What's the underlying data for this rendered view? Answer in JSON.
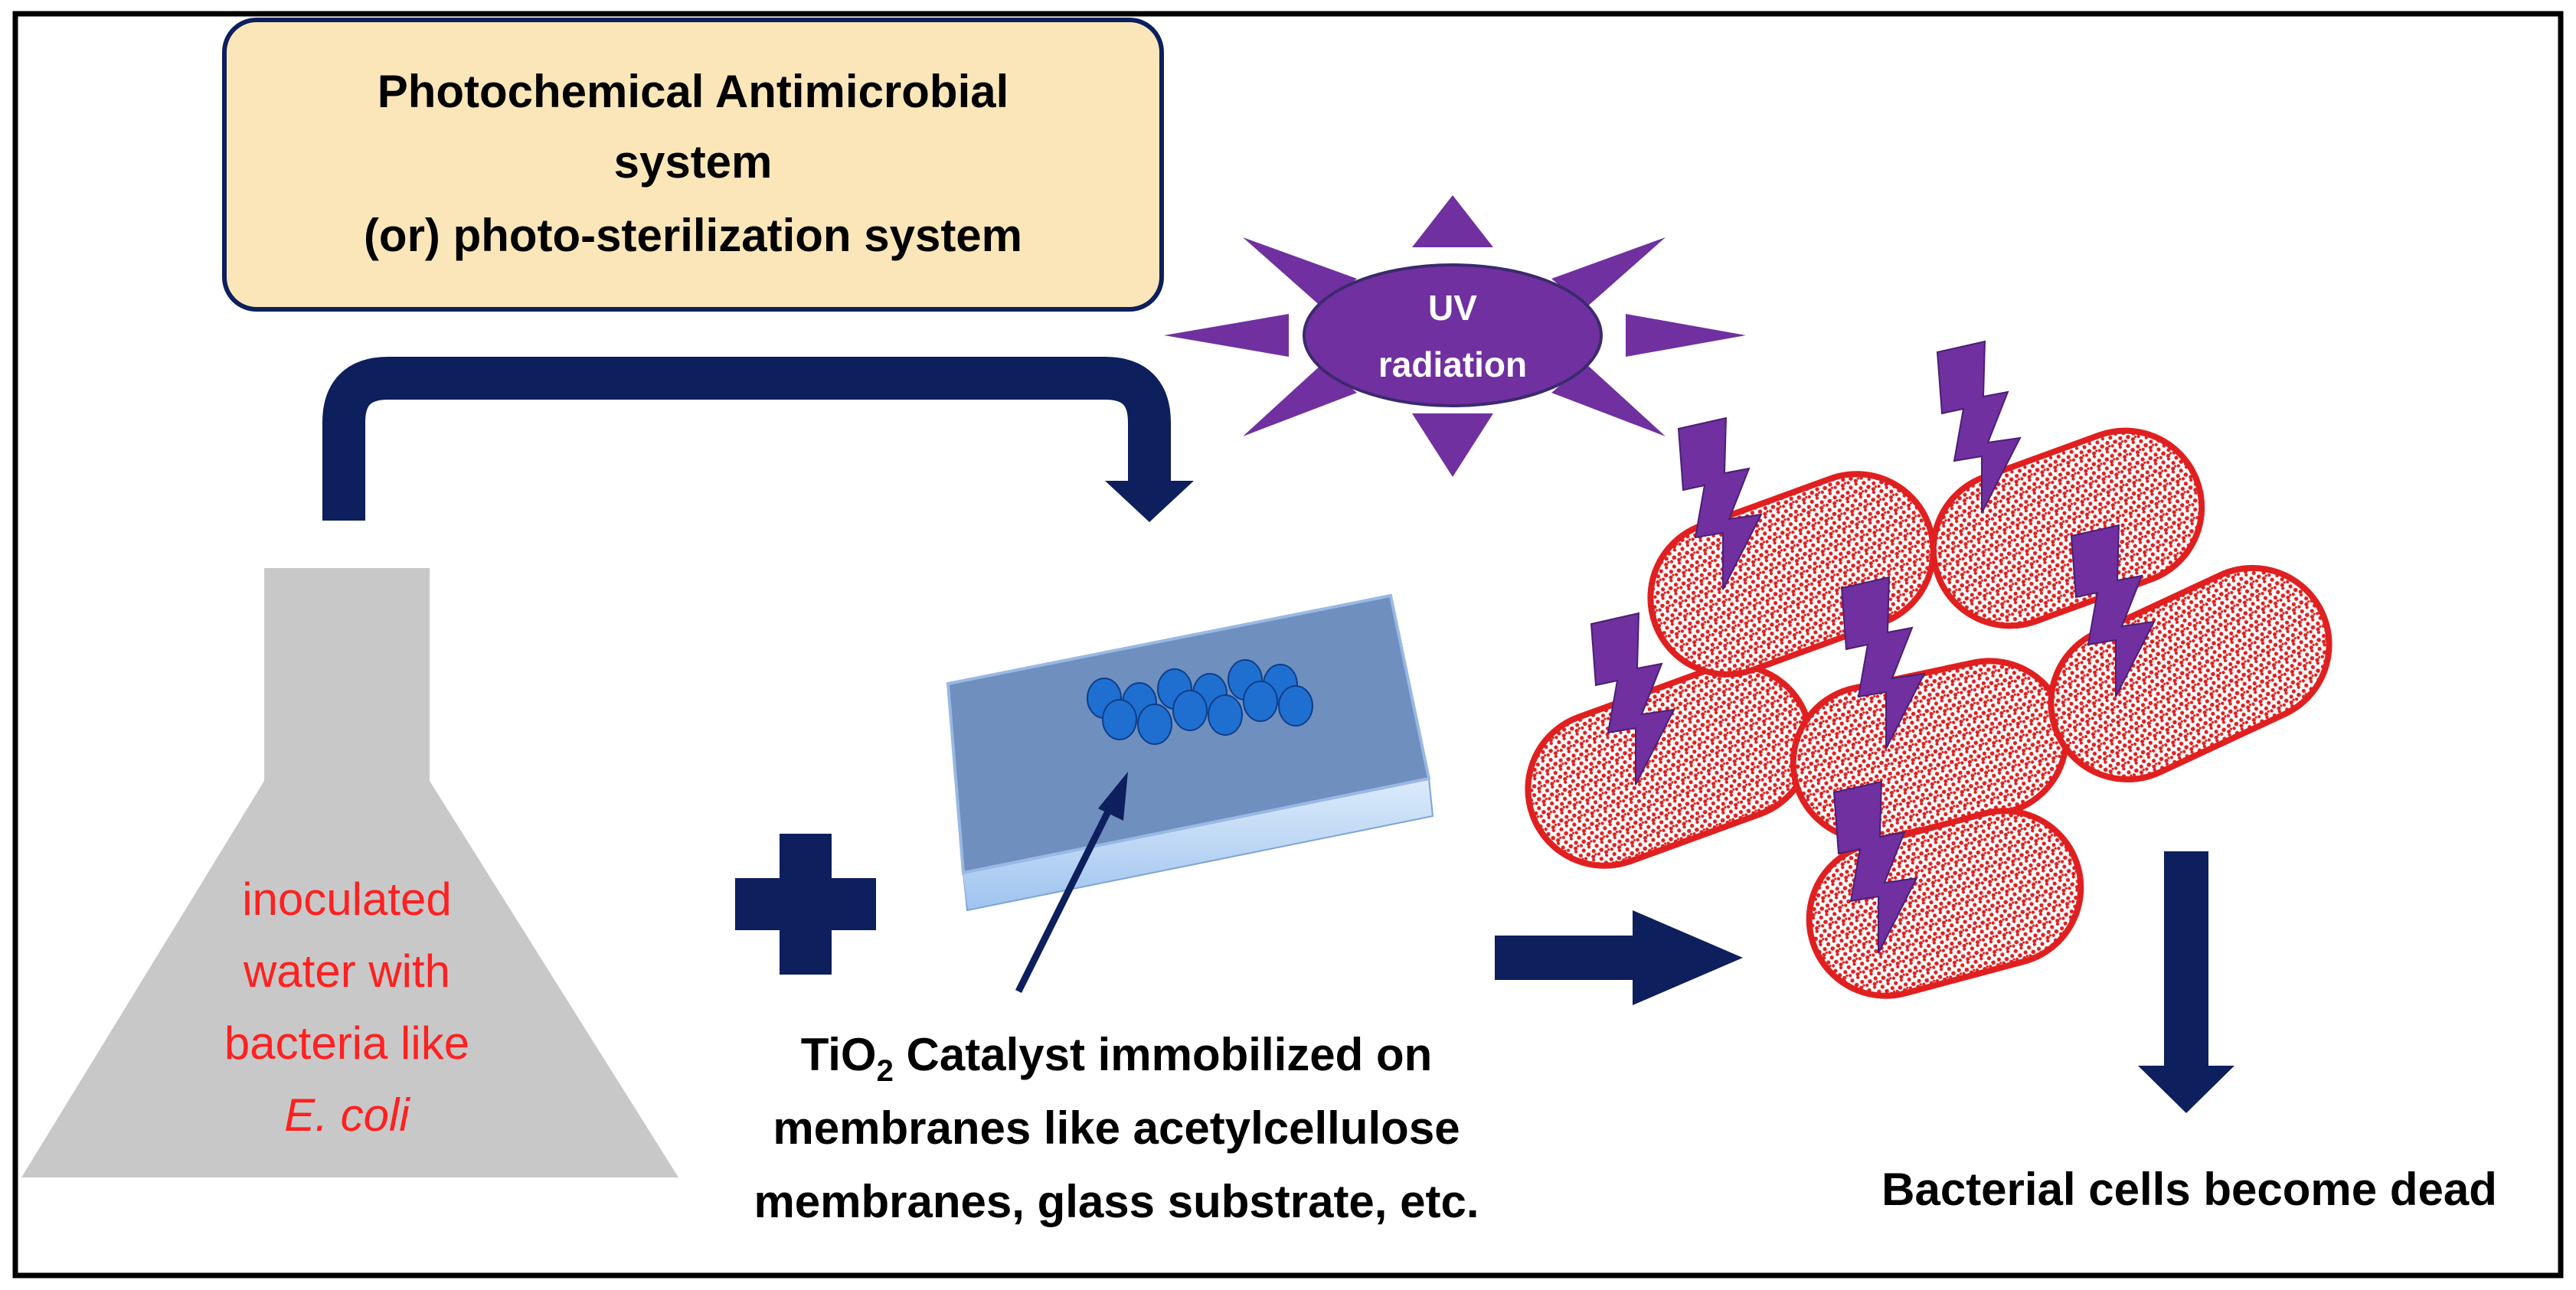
{
  "title_box": {
    "line1": "Photochemical Antimicrobial",
    "line2": "system",
    "line3": "(or) photo-sterilization system"
  },
  "uv": {
    "line1": "UV",
    "line2": "radiation"
  },
  "flask": {
    "line1": "inoculated",
    "line2": "water with",
    "line3": "bacteria like",
    "line4": "E. coli"
  },
  "catalyst": {
    "tio": "TiO",
    "subscript": "2",
    "line1_rest": " Catalyst immobilized on",
    "line2": "membranes like acetylcellulose",
    "line3": "membranes, glass substrate, etc."
  },
  "result": {
    "label": "Bacterial cells become dead"
  },
  "colors": {
    "navy": "#0d1f5c",
    "title_fill": "#fbe6b9",
    "uv_purple": "#7030a0",
    "bacteria_red": "#e02020",
    "flask_gray": "#c8c8c8",
    "flask_text": "#ff2020",
    "slide_blue": "#6f8fbf",
    "bead_blue": "#1f6fd0"
  }
}
